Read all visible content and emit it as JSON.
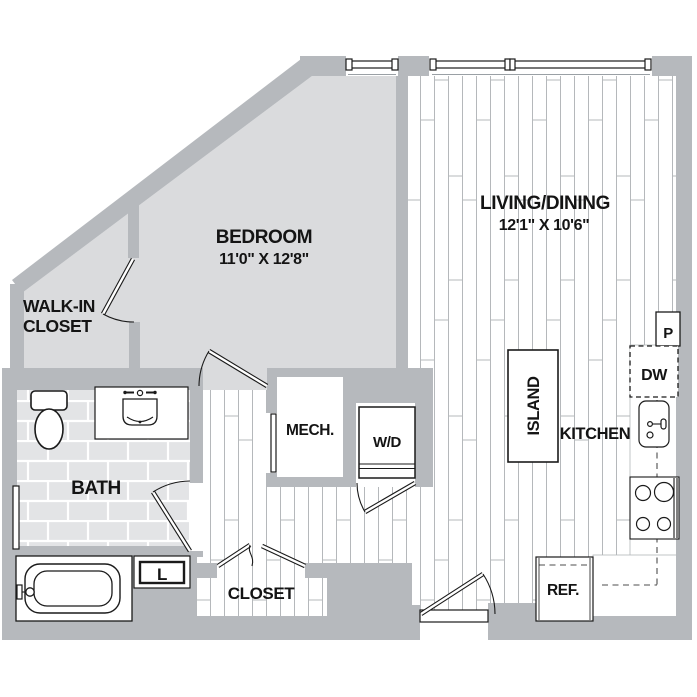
{
  "plan_title": "One-bedroom apartment floor plan",
  "labels": {
    "walk_in_1": "WALK-IN",
    "walk_in_2": "CLOSET",
    "bedroom": "BEDROOM",
    "bedroom_dims": "11'0\" X 12'8\"",
    "living": "LIVING/DINING",
    "living_dims": "12'1\" X 10'6\"",
    "bath": "BATH",
    "mech": "MECH.",
    "wd": "W/D",
    "closet": "CLOSET",
    "kitchen": "KITCHEN",
    "island": "ISLAND",
    "dw": "DW",
    "pantry": "P",
    "ref": "REF.",
    "linen": "L"
  },
  "colors": {
    "wall": "#b6b9bd",
    "floor": "#dadbdd",
    "tile": "#e3e4e6",
    "grout": "#ffffff",
    "plank_line": "#b5b8bb",
    "outline": "#1a1a1a"
  }
}
